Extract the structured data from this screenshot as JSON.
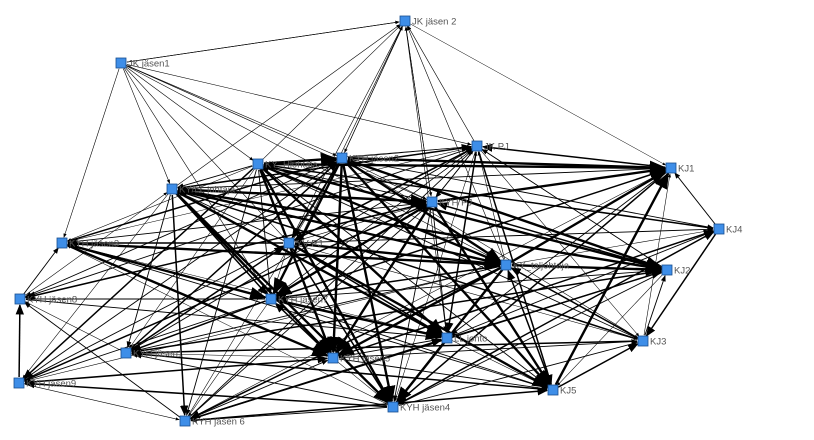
{
  "graph": {
    "node_color": "#3e8ee8",
    "edge_color": "#000000",
    "label_color": "#555555",
    "nodes": [
      {
        "id": "jk2",
        "label": "JK jäsen 2"
      },
      {
        "id": "jk1",
        "label": "JK jäsen1"
      },
      {
        "id": "jkpj",
        "label": "JK PJ"
      },
      {
        "id": "kyh_hj",
        "label": "KY_Hjohtaja"
      },
      {
        "id": "kyh2",
        "label": "KYH jäsen2"
      },
      {
        "id": "kj1",
        "label": "KJ1"
      },
      {
        "id": "kyll",
        "label": "KY/LL johtaja"
      },
      {
        "id": "kyhpj",
        "label": "KYH PJ"
      },
      {
        "id": "kj4",
        "label": "KJ4"
      },
      {
        "id": "kyh3",
        "label": "KYH jäsen3"
      },
      {
        "id": "yvpj",
        "label": "YV PJ"
      },
      {
        "id": "kytal",
        "label": "KY_taljohtaja"
      },
      {
        "id": "kj2",
        "label": "KJ2"
      },
      {
        "id": "kyh8",
        "label": "KYH jäsen8"
      },
      {
        "id": "kyh7",
        "label": "KYH jäsen7"
      },
      {
        "id": "lljohto",
        "label": "LL johto"
      },
      {
        "id": "kj3",
        "label": "KJ3"
      },
      {
        "id": "kyh1",
        "label": "KYH jäsen1"
      },
      {
        "id": "kyh5",
        "label": "KYH jäsen5"
      },
      {
        "id": "kyh9",
        "label": "KYH jäsen9"
      },
      {
        "id": "kj5",
        "label": "KJ5"
      },
      {
        "id": "kyh6",
        "label": "KYH jäsen 6"
      },
      {
        "id": "kyh4",
        "label": "KYH jäsen4"
      }
    ]
  }
}
